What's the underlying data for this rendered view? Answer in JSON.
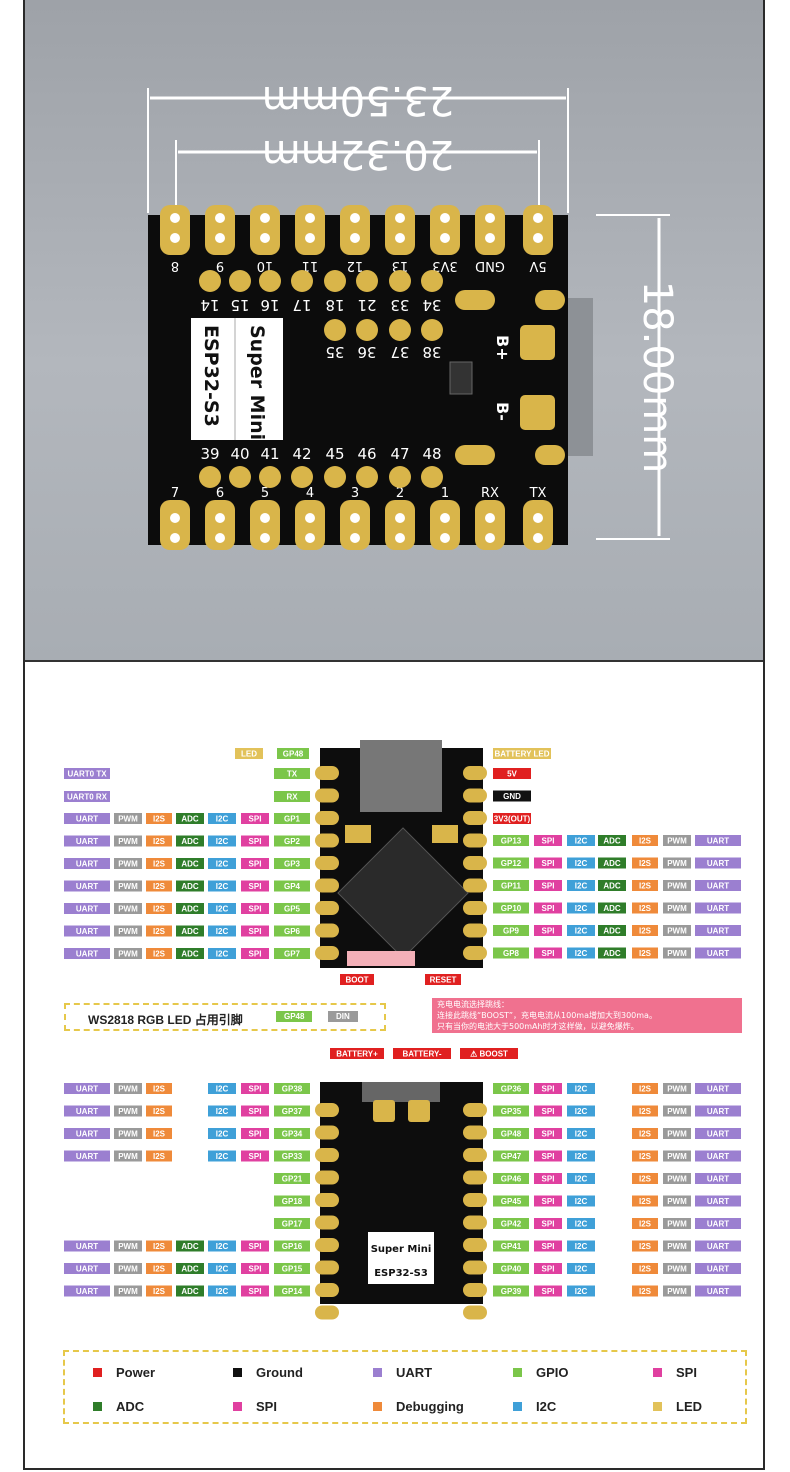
{
  "dimensions": {
    "width_label": "23.50mm",
    "inner_width_label": "20.32mm",
    "height_label": "18.00mm"
  },
  "board": {
    "title_line1": "Super Mini",
    "title_line2": "ESP32-S3",
    "top_pins": [
      "8",
      "9",
      "10",
      "11",
      "12",
      "13",
      "3V3",
      "GND",
      "5V"
    ],
    "inner_top": [
      "14",
      "15",
      "16",
      "17",
      "18",
      "21",
      "33",
      "34"
    ],
    "inner_mid": [
      "35",
      "36",
      "37",
      "38"
    ],
    "inner_bot": [
      "39",
      "40",
      "41",
      "42",
      "45",
      "46",
      "47",
      "48"
    ],
    "bottom_pins": [
      "7",
      "6",
      "5",
      "4",
      "3",
      "2",
      "1",
      "RX",
      "TX"
    ],
    "bplus": "B+",
    "bminus": "B-"
  },
  "pinout_top": {
    "led_label": "LED",
    "led_pin": "GP48",
    "battery_led": "BATTERY LED",
    "uart_tx": "UART0 TX",
    "uart_rx": "UART0 RX",
    "tx": "TX",
    "rx": "RX",
    "power": [
      {
        "label": "5V",
        "color": "#e02020"
      },
      {
        "label": "GND",
        "color": "#111111"
      },
      {
        "label": "3V3(OUT)",
        "color": "#e02020"
      }
    ],
    "left_rows": [
      {
        "gp": "GP1",
        "funcs": [
          "UART",
          "PWM",
          "I2S",
          "ADC",
          "I2C",
          "SPI"
        ]
      },
      {
        "gp": "GP2",
        "funcs": [
          "UART",
          "PWM",
          "I2S",
          "ADC",
          "I2C",
          "SPI"
        ]
      },
      {
        "gp": "GP3",
        "funcs": [
          "UART",
          "PWM",
          "I2S",
          "ADC",
          "I2C",
          "SPI"
        ]
      },
      {
        "gp": "GP4",
        "funcs": [
          "UART",
          "PWM",
          "I2S",
          "ADC",
          "I2C",
          "SPI"
        ]
      },
      {
        "gp": "GP5",
        "funcs": [
          "UART",
          "PWM",
          "I2S",
          "ADC",
          "I2C",
          "SPI"
        ]
      },
      {
        "gp": "GP6",
        "funcs": [
          "UART",
          "PWM",
          "I2S",
          "ADC",
          "I2C",
          "SPI"
        ]
      },
      {
        "gp": "GP7",
        "funcs": [
          "UART",
          "PWM",
          "I2S",
          "ADC",
          "I2C",
          "SPI"
        ]
      }
    ],
    "right_rows": [
      {
        "gp": "GP13",
        "funcs": [
          "SPI",
          "I2C",
          "ADC",
          "I2S",
          "PWM",
          "UART"
        ]
      },
      {
        "gp": "GP12",
        "funcs": [
          "SPI",
          "I2C",
          "ADC",
          "I2S",
          "PWM",
          "UART"
        ]
      },
      {
        "gp": "GP11",
        "funcs": [
          "SPI",
          "I2C",
          "ADC",
          "I2S",
          "PWM",
          "UART"
        ]
      },
      {
        "gp": "GP10",
        "funcs": [
          "SPI",
          "I2C",
          "ADC",
          "I2S",
          "PWM",
          "UART"
        ]
      },
      {
        "gp": "GP9",
        "funcs": [
          "SPI",
          "I2C",
          "ADC",
          "I2S",
          "PWM",
          "UART"
        ]
      },
      {
        "gp": "GP8",
        "funcs": [
          "SPI",
          "I2C",
          "ADC",
          "I2S",
          "PWM",
          "UART"
        ]
      }
    ],
    "boot": "BOOT",
    "reset": "RESET"
  },
  "ws2818": {
    "text": "WS2818 RGB LED 占用引脚",
    "pin": "GP48",
    "din": "DIN"
  },
  "note": {
    "line1": "充电电流选择跳线：",
    "line2": "连接此跳线“BOOST”，充电电流从100ma增加大到300ma。",
    "line3": "只有当你的电池大于500mAh时才这样做，以避免爆炸。"
  },
  "pinout_bottom": {
    "battery_plus": "BATTERY+",
    "battery_minus": "BATTERY-",
    "boost": "BOOST",
    "left_rows": [
      {
        "gp": "GP38",
        "funcs": [
          "UART",
          "PWM",
          "I2S",
          "",
          "I2C",
          "SPI"
        ]
      },
      {
        "gp": "GP37",
        "funcs": [
          "UART",
          "PWM",
          "I2S",
          "",
          "I2C",
          "SPI"
        ]
      },
      {
        "gp": "GP34",
        "funcs": [
          "UART",
          "PWM",
          "I2S",
          "",
          "I2C",
          "SPI"
        ]
      },
      {
        "gp": "GP33",
        "funcs": [
          "UART",
          "PWM",
          "I2S",
          "",
          "I2C",
          "SPI"
        ]
      },
      {
        "gp": "GP21",
        "funcs": [
          "",
          "",
          "",
          "",
          "",
          ""
        ]
      },
      {
        "gp": "GP18",
        "funcs": [
          "",
          "",
          "",
          "",
          "",
          ""
        ]
      },
      {
        "gp": "GP17",
        "funcs": [
          "",
          "",
          "",
          "",
          "",
          ""
        ]
      },
      {
        "gp": "GP16",
        "funcs": [
          "UART",
          "PWM",
          "I2S",
          "ADC",
          "I2C",
          "SPI"
        ]
      },
      {
        "gp": "GP15",
        "funcs": [
          "UART",
          "PWM",
          "I2S",
          "ADC",
          "I2C",
          "SPI"
        ]
      },
      {
        "gp": "GP14",
        "funcs": [
          "UART",
          "PWM",
          "I2S",
          "ADC",
          "I2C",
          "SPI"
        ]
      }
    ],
    "right_rows": [
      {
        "gp": "GP36",
        "funcs": [
          "SPI",
          "I2C",
          "",
          "I2S",
          "PWM",
          "UART"
        ]
      },
      {
        "gp": "GP35",
        "funcs": [
          "SPI",
          "I2C",
          "",
          "I2S",
          "PWM",
          "UART"
        ]
      },
      {
        "gp": "GP48",
        "funcs": [
          "SPI",
          "I2C",
          "",
          "I2S",
          "PWM",
          "UART"
        ]
      },
      {
        "gp": "GP47",
        "funcs": [
          "SPI",
          "I2C",
          "",
          "I2S",
          "PWM",
          "UART"
        ]
      },
      {
        "gp": "GP46",
        "funcs": [
          "SPI",
          "I2C",
          "",
          "I2S",
          "PWM",
          "UART"
        ]
      },
      {
        "gp": "GP45",
        "funcs": [
          "SPI",
          "I2C",
          "",
          "I2S",
          "PWM",
          "UART"
        ]
      },
      {
        "gp": "GP42",
        "funcs": [
          "SPI",
          "I2C",
          "",
          "I2S",
          "PWM",
          "UART"
        ]
      },
      {
        "gp": "GP41",
        "funcs": [
          "SPI",
          "I2C",
          "",
          "I2S",
          "PWM",
          "UART"
        ]
      },
      {
        "gp": "GP40",
        "funcs": [
          "SPI",
          "I2C",
          "",
          "I2S",
          "PWM",
          "UART"
        ]
      },
      {
        "gp": "GP39",
        "funcs": [
          "SPI",
          "I2C",
          "",
          "I2S",
          "PWM",
          "UART"
        ]
      }
    ],
    "title_line1": "Super Mini",
    "title_line2": "ESP32-S3"
  },
  "colors": {
    "UART": "#9b7fd0",
    "PWM": "#9a9a9a",
    "I2S": "#ef8a3a",
    "ADC": "#2f7d2a",
    "I2C": "#3fa0d8",
    "SPI": "#e040a0",
    "GPIO": "#7bc64a",
    "LED": "#e2c25a",
    "pad": "#d9b54a",
    "board": "#111111"
  },
  "legend": [
    {
      "label": "Power",
      "color": "#e02020"
    },
    {
      "label": "Ground",
      "color": "#111111"
    },
    {
      "label": "UART",
      "color": "#9b7fd0"
    },
    {
      "label": "GPIO",
      "color": "#7bc64a"
    },
    {
      "label": "SPI",
      "color": "#e040a0"
    },
    {
      "label": "ADC",
      "color": "#2f7d2a"
    },
    {
      "label": "SPI",
      "color": "#e040a0"
    },
    {
      "label": "Debugging",
      "color": "#ef8a3a"
    },
    {
      "label": "I2C",
      "color": "#3fa0d8"
    },
    {
      "label": "LED",
      "color": "#e2c25a"
    }
  ]
}
